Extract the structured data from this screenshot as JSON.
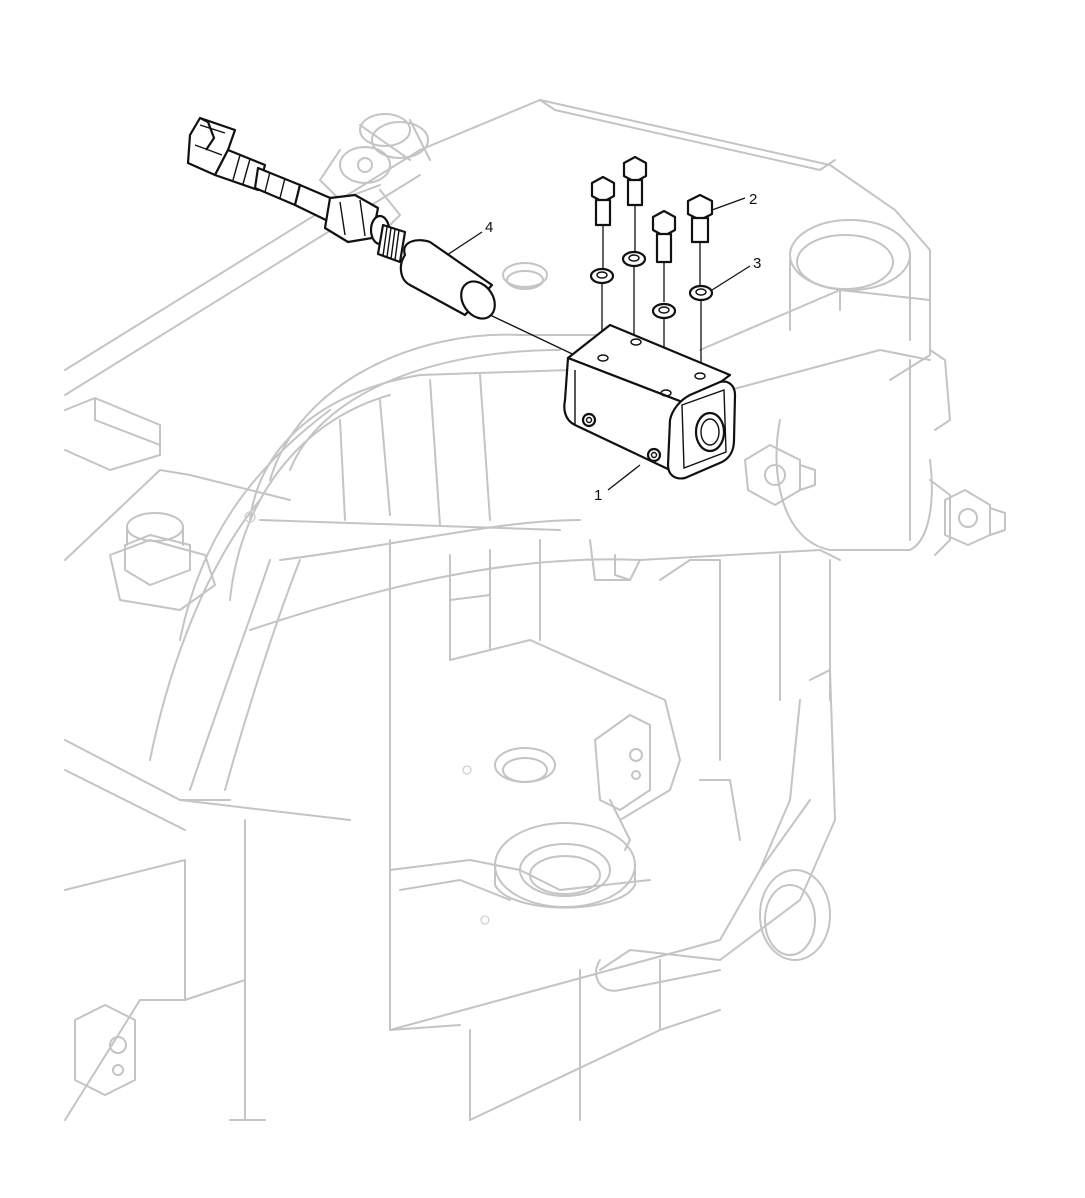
{
  "diagram": {
    "callouts": [
      "1",
      "2",
      "3",
      "4"
    ],
    "line_color": "#111111",
    "ghost_color": "#c4c4c4"
  }
}
